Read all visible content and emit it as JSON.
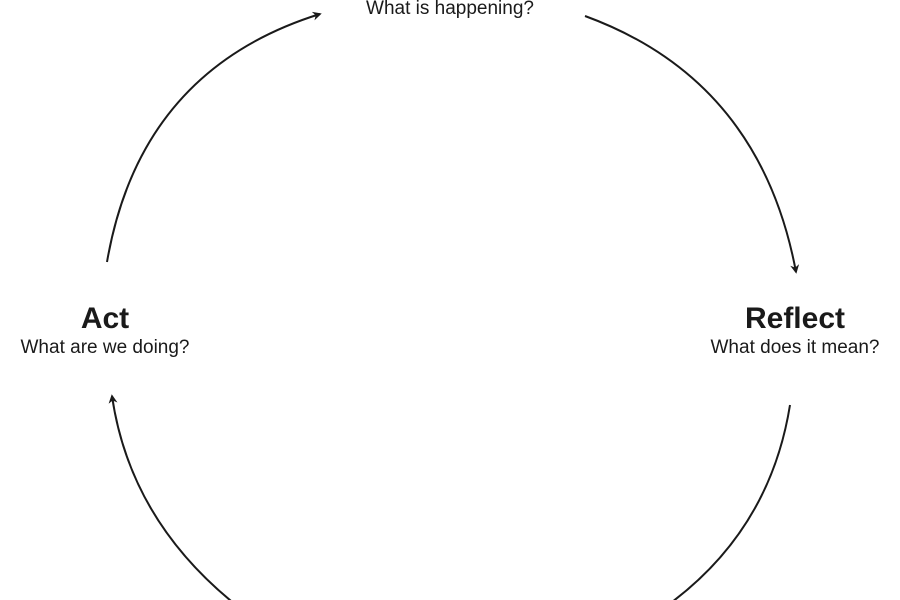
{
  "nodes": {
    "observe": {
      "title": "",
      "question": "What is happening?"
    },
    "reflect": {
      "title": "Reflect",
      "question": "What does it mean?"
    },
    "act": {
      "title": "Act",
      "question": "What are we doing?"
    }
  },
  "colors": {
    "stroke": "#1a1a1a",
    "text": "#1a1a1a",
    "background": "#ffffff"
  }
}
